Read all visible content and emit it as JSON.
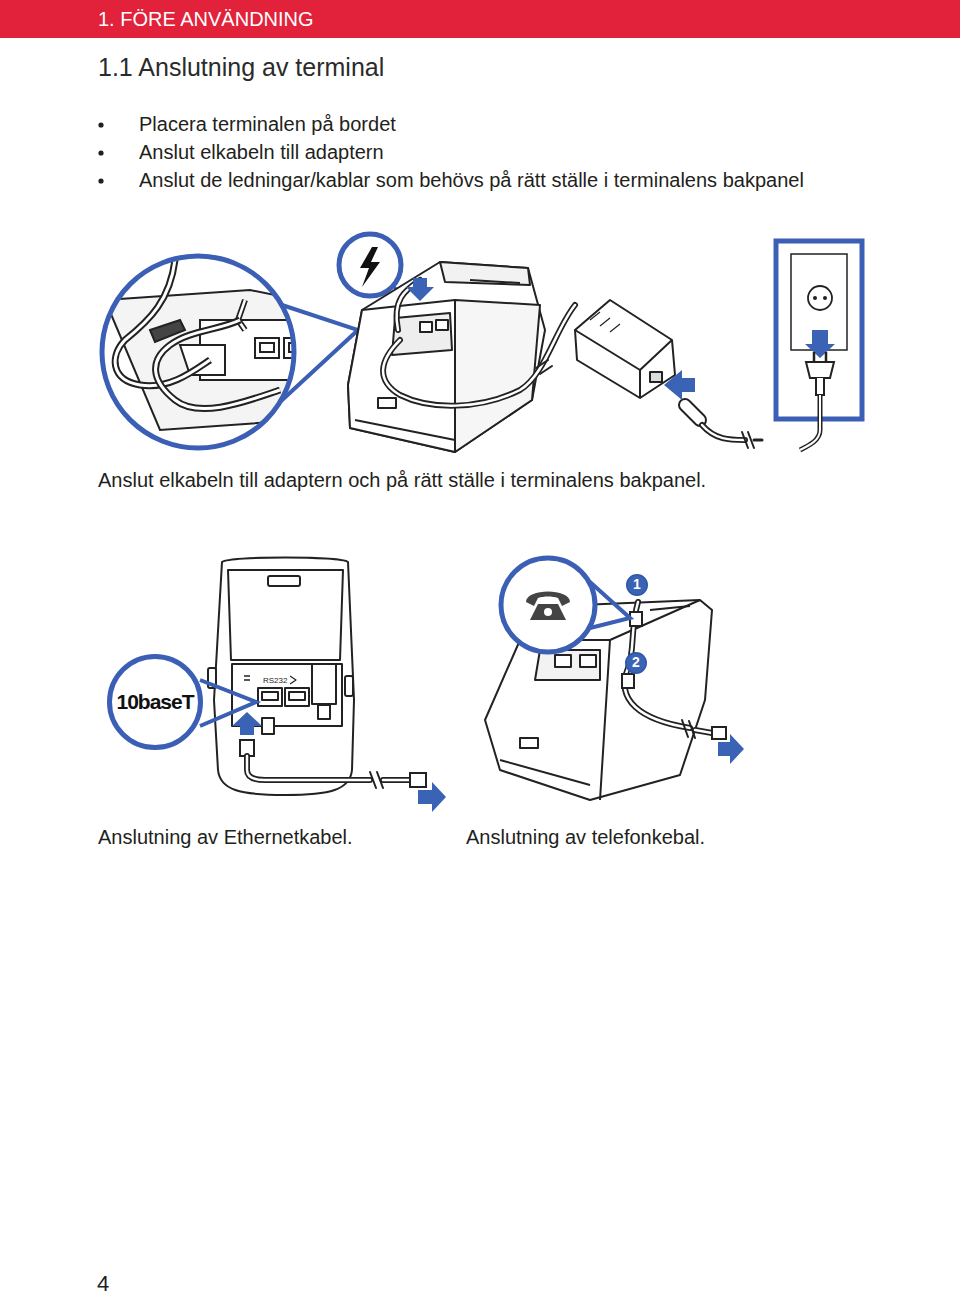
{
  "diagram": {
    "title": "1.1 Anslutning av terminal",
    "nodes": [
      {
        "text": [
          "1. FÖRE ANVÄNDNING"
        ]
      },
      {
        "text": [
          "10baseT"
        ]
      },
      {
        "text": [
          "1"
        ]
      },
      {
        "text": [
          "2"
        ]
      }
    ],
    "labels": [
      "Placera terminalen på bordet",
      "Anslut elkabeln till adaptern",
      "Anslut de ledningar/kablar som behövs på rätt ställe i terminalens bakpanel",
      "Anslut elkabeln till adaptern och på rätt ställe i terminalens bakpanel.",
      "RS232",
      "Anslutning av Ethernetkabel.",
      "Anslutning av telefonkebal.",
      "4"
    ]
  }
}
